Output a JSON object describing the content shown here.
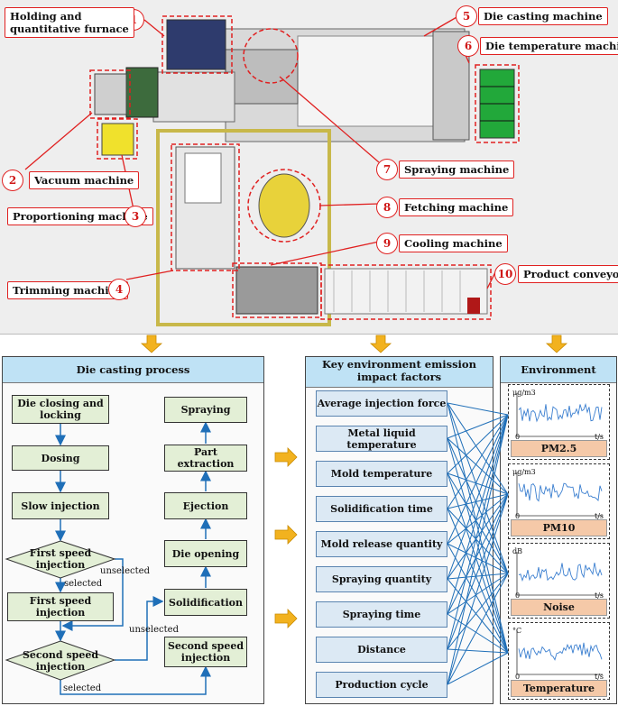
{
  "machines": [
    {
      "num": "1",
      "label": "Holding and\nquantitative furnace"
    },
    {
      "num": "2",
      "label": "Vacuum machine"
    },
    {
      "num": "3",
      "label": "Proportioning machine"
    },
    {
      "num": "4",
      "label": "Trimming machine"
    },
    {
      "num": "5",
      "label": "Die casting machine"
    },
    {
      "num": "6",
      "label": "Die temperature machine"
    },
    {
      "num": "7",
      "label": "Spraying machine"
    },
    {
      "num": "8",
      "label": "Fetching machine"
    },
    {
      "num": "9",
      "label": "Cooling machine"
    },
    {
      "num": "10",
      "label": "Product conveyor"
    }
  ],
  "process": {
    "title": "Die casting process",
    "die_closing": "Die closing and\nlocking",
    "dosing": "Dosing",
    "slow_injection": "Slow injection",
    "first_speed_decision": "First speed\ninjection",
    "first_speed_injection": "First speed injection",
    "second_speed_decision": "Second speed\ninjection",
    "spraying": "Spraying",
    "part_extraction": "Part extraction",
    "ejection": "Ejection",
    "die_opening": "Die opening",
    "solidification": "Solidification",
    "second_speed_injection": "Second speed\ninjection",
    "selected": "selected",
    "unselected": "unselected"
  },
  "factors": {
    "title": "Key environment emission\nimpact factors",
    "items": [
      "Average injection force",
      "Metal liquid temperature",
      "Mold temperature",
      "Solidification time",
      "Mold release quantity",
      "Spraying quantity",
      "Spraying time",
      "Distance",
      "Production cycle"
    ]
  },
  "emission": {
    "title": "Environment emission",
    "items": [
      {
        "label": "PM2.5",
        "unit": "μg/m3"
      },
      {
        "label": "PM10",
        "unit": "μg/m3"
      },
      {
        "label": "Noise",
        "unit": "dB"
      },
      {
        "label": "Temperature",
        "unit": "°C"
      }
    ],
    "axis_origin": "0",
    "axis_time": "t/s"
  },
  "colors": {
    "accent_red": "#e02020",
    "arrow_orange": "#f2b21f",
    "link_blue": "#1f6fb8"
  }
}
